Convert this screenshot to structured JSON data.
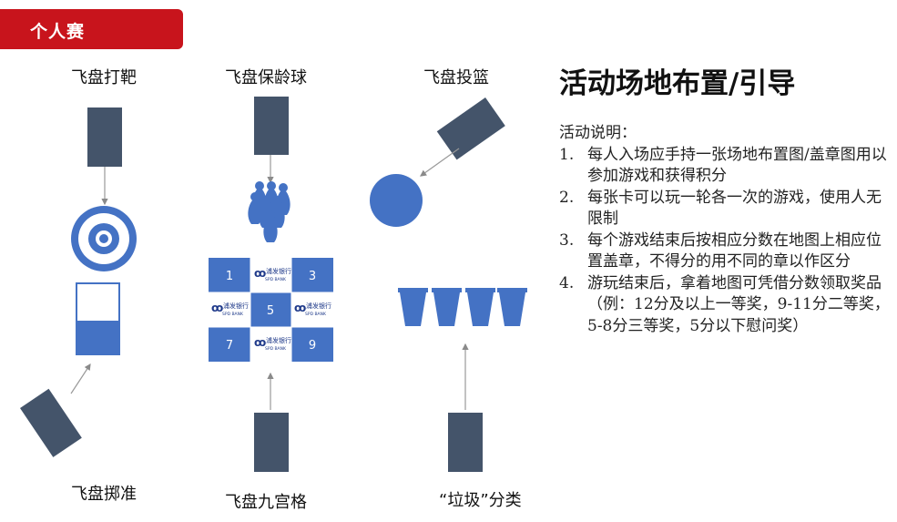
{
  "badge": {
    "label": "个人赛"
  },
  "games": {
    "target": "飞盘打靶",
    "bowling": "飞盘保龄球",
    "basket": "飞盘投篮",
    "throw": "飞盘掷准",
    "grid": "飞盘九宫格",
    "trash": "“垃圾”分类"
  },
  "grid_numbers": [
    "1",
    "3",
    "5",
    "7",
    "9"
  ],
  "bank_logo": {
    "cn": "浦发银行",
    "en": "SPD BANK"
  },
  "heading": "活动场地布置/引导",
  "description": {
    "intro": "活动说明：",
    "items": [
      {
        "num": "1.",
        "text": "每人入场应手持一张场地布置图/盖章图用以参加游戏和获得积分"
      },
      {
        "num": "2.",
        "text": "每张卡可以玩一轮各一次的游戏，使用人无限制"
      },
      {
        "num": "3.",
        "text": "每个游戏结束后按相应分数在地图上相应位置盖章，不得分的用不同的章以作区分"
      },
      {
        "num": "4.",
        "text": "游玩结束后，拿着地图可凭借分数领取奖品（例：12分及以上一等奖，9-11分二等奖，5-8分三等奖，5分以下慰问奖）"
      }
    ]
  },
  "colors": {
    "accent": "#c8141c",
    "blue": "#4472c4",
    "slate": "#44546a"
  }
}
